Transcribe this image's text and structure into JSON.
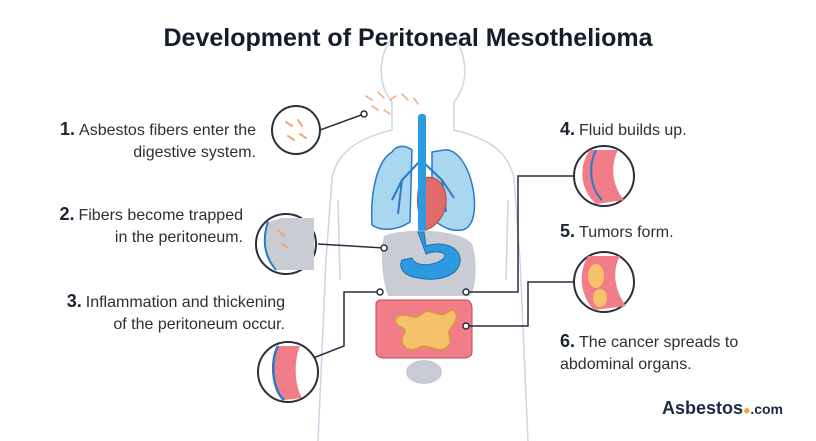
{
  "title": "Development of Peritoneal Mesothelioma",
  "steps": [
    {
      "num": "1.",
      "line1": "Asbestos fibers enter the",
      "line2": "digestive system."
    },
    {
      "num": "2.",
      "line1": "Fibers become trapped",
      "line2": "in the peritoneum."
    },
    {
      "num": "3.",
      "line1": "Inflammation and thickening",
      "line2": "of the peritoneum occur."
    },
    {
      "num": "4.",
      "line1": "Fluid builds up.",
      "line2": ""
    },
    {
      "num": "5.",
      "line1": "Tumors form.",
      "line2": ""
    },
    {
      "num": "6.",
      "line1": "The cancer spreads to",
      "line2": "abdominal organs."
    }
  ],
  "brand": {
    "name": "Asbestos",
    "suffix": ".com"
  },
  "colors": {
    "lung": "#a9d7ef",
    "airway": "#2a79c6",
    "stomach": "#2b9ae0",
    "colon": "#f07d87",
    "small_intestine": "#f5c26b",
    "peritoneum": "#c9cdd3",
    "heart": "#e06b6b",
    "outline": "#2a2f3a"
  }
}
